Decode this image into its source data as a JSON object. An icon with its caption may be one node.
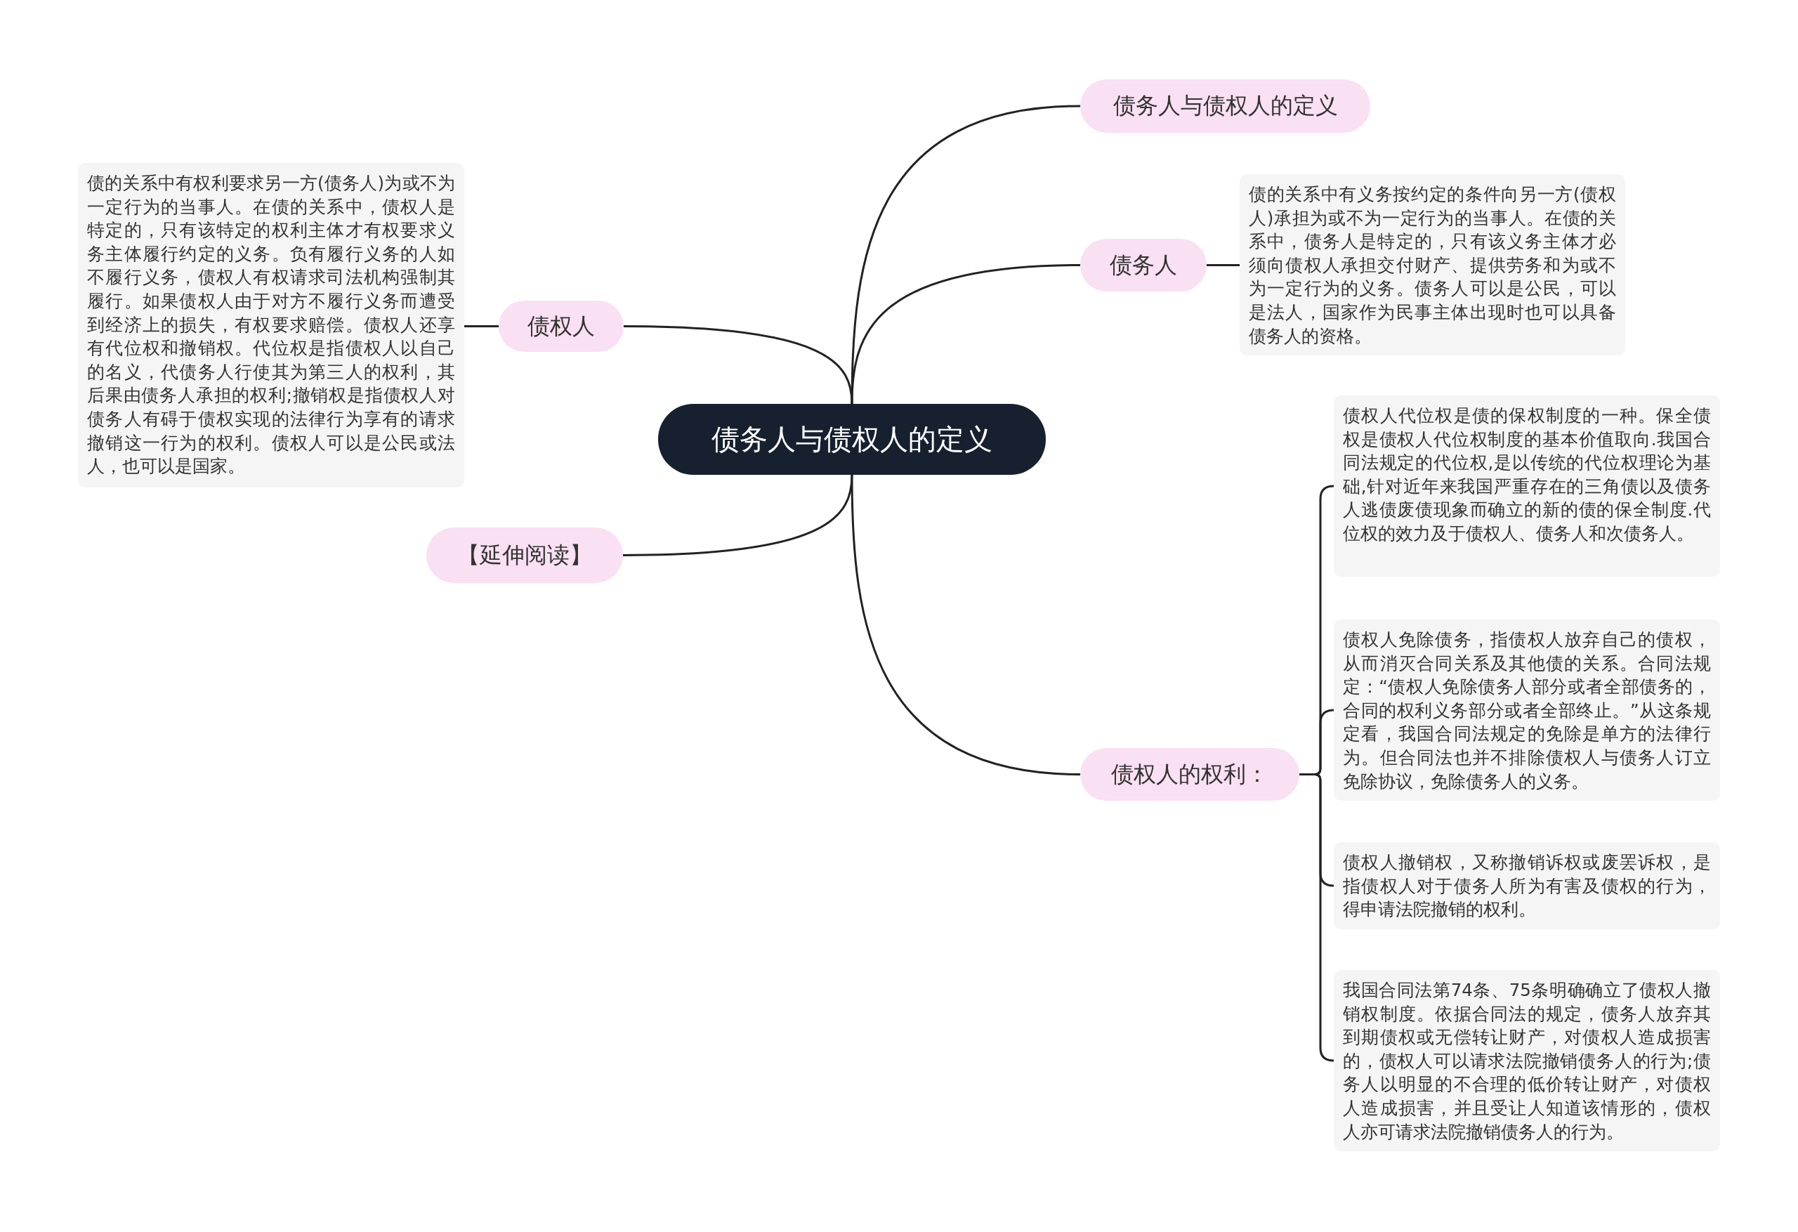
{
  "diagram": {
    "nodes": [
      {
        "text": [
          "债务人与债权人的定义"
        ]
      },
      {
        "text": [
          "债务人与债权人的定义"
        ]
      },
      {
        "text": [
          "债务人"
        ]
      },
      {
        "text": [
          "债的关系中有义务按约定的条件向另一方(债权人)承担为或不为一定行为的当事人。在债的关系中，债务人是特定的，只有该义务主体才必须向债权人承担交付财产、提供劳务和为或不为一定行为的义务。债务人可以是公民，可以是法人，国家作为民事主体出现时也可以具备债务人的资格。"
        ]
      },
      {
        "text": [
          "债权人的权利："
        ]
      },
      {
        "text": [
          "债权人代位权是债的保权制度的一种。保全债权是债权人代位权制度的基本价值取向.我国合同法规定的代位权,是以传统的代位权理论为基础,针对近年来我国严重存在的三角债以及债务人逃债废债现象而确立的新的债的保全制度.代位权的效力及于债权人、债务人和次债务人。"
        ]
      },
      {
        "text": [
          "债权人免除债务，指债权人放弃自己的债权，从而消灭合同关系及其他债的关系。合同法规定：“债权人免除债务人部分或者全部债务的，合同的权利义务部分或者全部终止。”从这条规定看，我国合同法规定的免除是单方的法律行为。但合同法也并不排除债权人与债务人订立免除协议，免除债务人的义务。"
        ]
      },
      {
        "text": [
          "债权人撤销权，又称撤销诉权或废罢诉权，是指债权人对于债务人所为有害及债权的行为，得申请法院撤销的权利。"
        ]
      },
      {
        "text": [
          "我国合同法第74条、75条明确确立了债权人撤销权制度。依据合同法的规定，债务人放弃其到期债权或无偿转让财产，对债权人造成损害的，债权人可以请求法院撤销债务人的行为;债务人以明显的不合理的低价转让财产，对债权人造成损害，并且受让人知道该情形的，债权人亦可请求法院撤销债务人的行为。"
        ]
      },
      {
        "text": [
          "债权人"
        ]
      },
      {
        "text": [
          "债的关系中有权利要求另一方(债务人)为或不为一定行为的当事人。在债的关系中，债权人是特定的，只有该特定的权利主体才有权要求义务主体履行约定的义务。负有履行义务的人如不履行义务，债权人有权请求司法机构强制其履行。如果债权人由于对方不履行义务而遭受到经济上的损失，有权要求赔偿。债权人还享有代位权和撤销权。代位权是指债权人以自己的名义，代债务人行使其为第三人的权利，其后果由债务人承担的权利;撤销权是指债权人对债务人有碍于债权实现的法律行为享有的请求撤销这一行为的权利。债权人可以是公民或法人，也可以是国家。"
        ]
      },
      {
        "text": [
          "【延伸阅读】"
        ]
      }
    ],
    "edges": [
      {
        "from": 0,
        "to": 1,
        "arrow": "none"
      },
      {
        "from": 0,
        "to": 2,
        "arrow": "none"
      },
      {
        "from": 2,
        "to": 3,
        "arrow": "none"
      },
      {
        "from": 0,
        "to": 4,
        "arrow": "none"
      },
      {
        "from": 4,
        "to": 5,
        "arrow": "none"
      },
      {
        "from": 4,
        "to": 6,
        "arrow": "none"
      },
      {
        "from": 4,
        "to": 7,
        "arrow": "none"
      },
      {
        "from": 4,
        "to": 8,
        "arrow": "none"
      },
      {
        "from": 0,
        "to": 9,
        "arrow": "none"
      },
      {
        "from": 9,
        "to": 10,
        "arrow": "none"
      },
      {
        "from": 0,
        "to": 11,
        "arrow": "none"
      }
    ]
  }
}
